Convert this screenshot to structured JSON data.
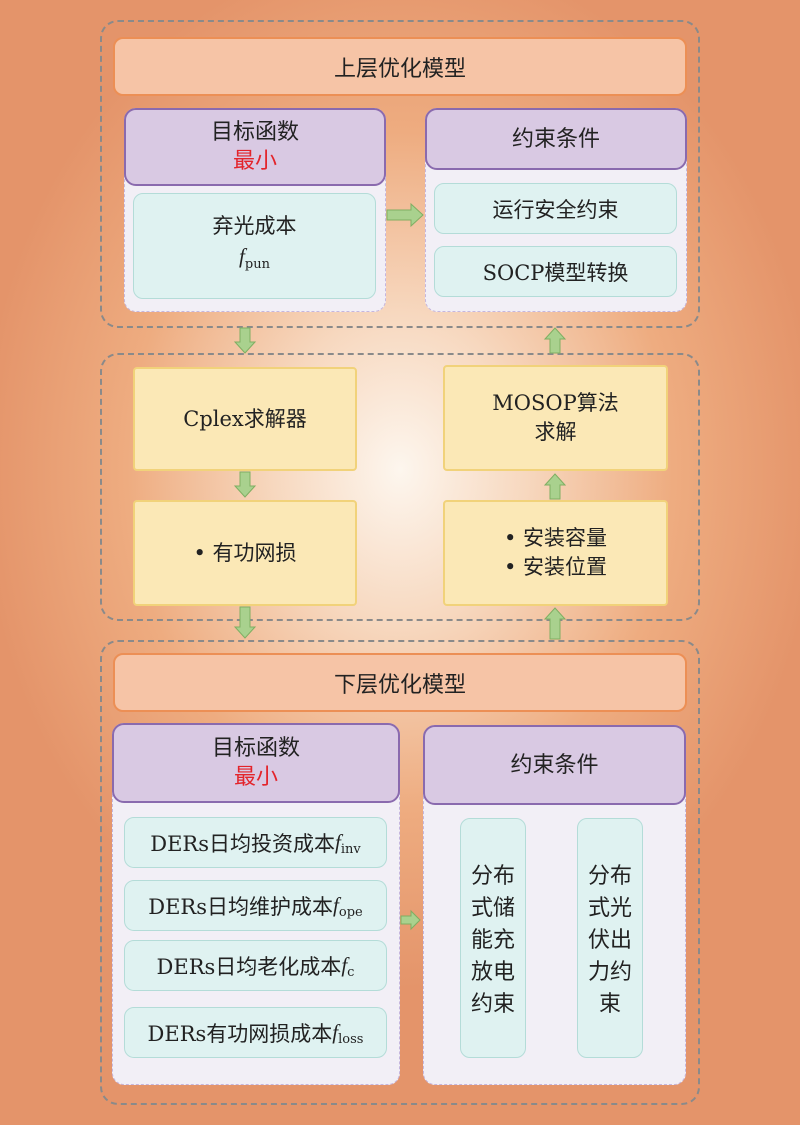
{
  "upper": {
    "title": "上层优化模型",
    "objective": {
      "label": "目标函数",
      "qualifier": "最小",
      "item_text": "弃光成本",
      "item_symbol": "f",
      "item_sub": "pun"
    },
    "constraints": {
      "label": "约束条件",
      "items": [
        "运行安全约束",
        "SOCP模型转换"
      ]
    }
  },
  "middle": {
    "solver": "Cplex求解器",
    "loss": "• 有功网损",
    "mosop_line1": "MOSOP算法",
    "mosop_line2": "求解",
    "install_1": "• 安装容量",
    "install_2": "• 安装位置"
  },
  "lower": {
    "title": "下层优化模型",
    "objective": {
      "label": "目标函数",
      "qualifier": "最小",
      "items": [
        {
          "text": "DERs日均投资成本",
          "symbol": "f",
          "sub": "inv"
        },
        {
          "text": "DERs日均维护成本",
          "symbol": "f",
          "sub": "ope"
        },
        {
          "text": "DERs日均老化成本",
          "symbol": "f",
          "sub": "c"
        },
        {
          "text": "DERs有功网损成本",
          "symbol": "f",
          "sub": "loss"
        }
      ]
    },
    "constraints": {
      "label": "约束条件",
      "items": [
        "分布式储能充放电约束",
        "分布式光伏出力约束"
      ]
    }
  },
  "colors": {
    "arrow": "#a9d18e",
    "highlight": "#e3242b"
  }
}
